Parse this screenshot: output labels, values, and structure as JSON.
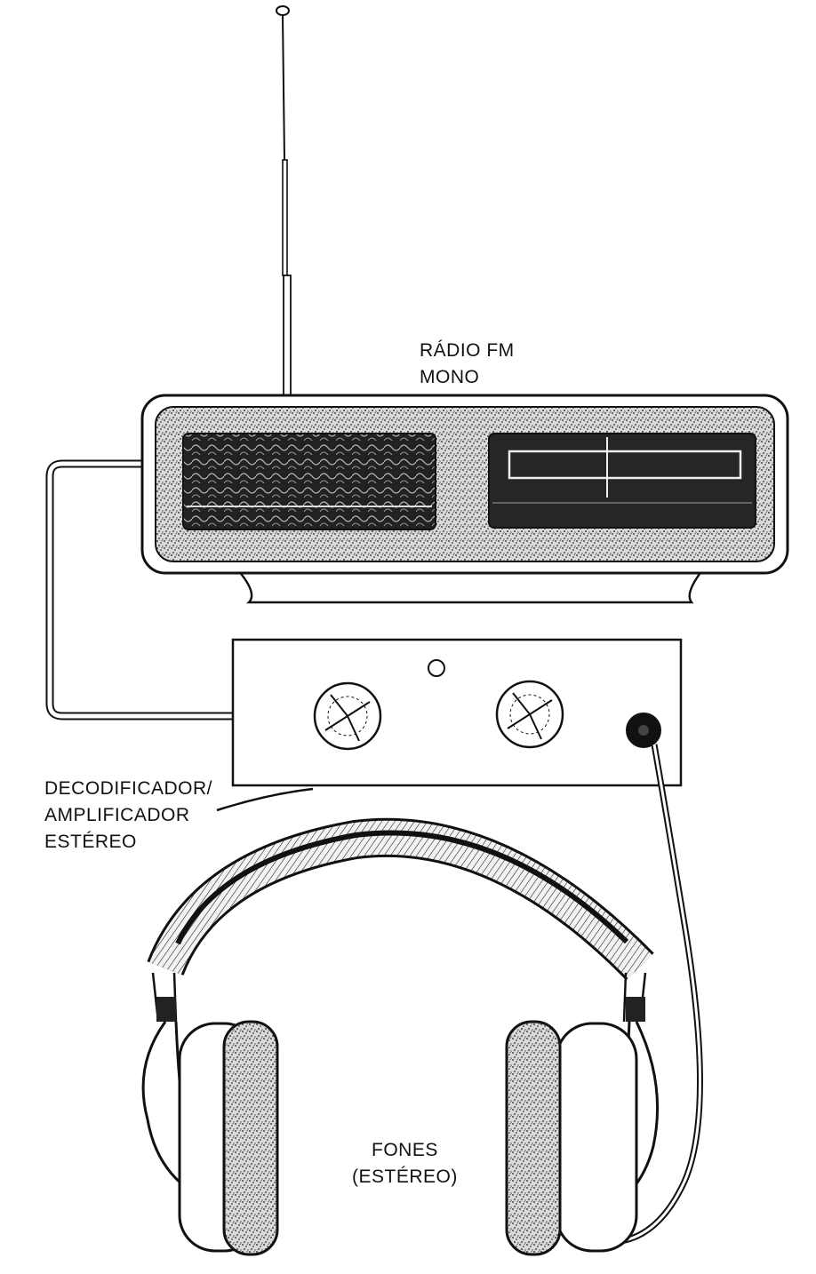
{
  "labels": {
    "radio": [
      "RÁDIO FM",
      "MONO"
    ],
    "decoder": [
      "DECODIFICADOR/",
      "AMPLIFICADOR",
      "ESTÉREO"
    ],
    "phones": [
      "FONES",
      "(ESTÉREO)"
    ]
  },
  "colors": {
    "ink": "#111111",
    "paper": "#ffffff",
    "screen": "#2a2a2a"
  }
}
